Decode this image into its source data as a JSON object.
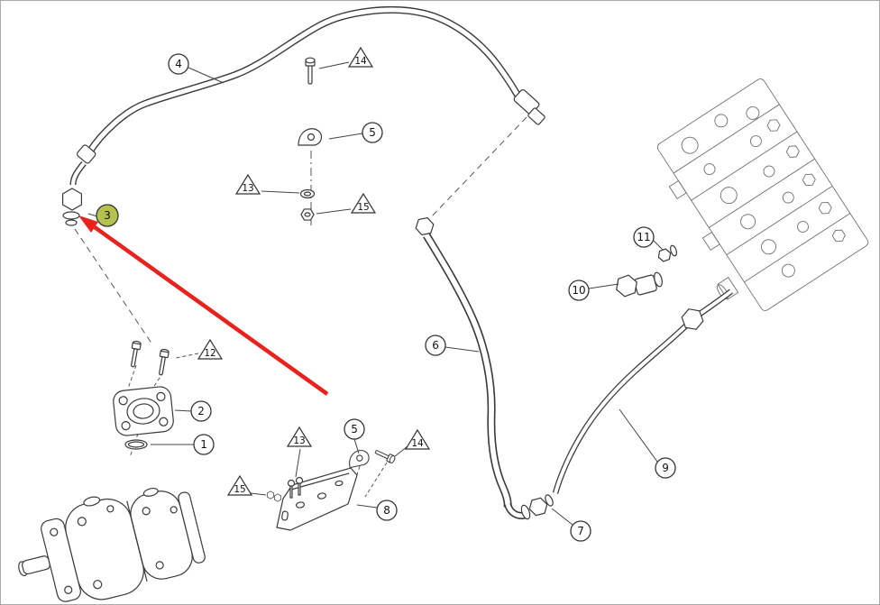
{
  "diagram": {
    "kind": "exploded-parts-diagram",
    "subject": "hydraulic pump, hoses, fittings and valve block",
    "background_color": "#ffffff",
    "line_color": "#3a3a3a",
    "selected_callout": {
      "label": "3",
      "fill": "#b5c24f"
    },
    "arrow_color": "#e8221c"
  },
  "callouts": {
    "circles": [
      {
        "label": "1"
      },
      {
        "label": "2"
      },
      {
        "label": "3",
        "selected": true
      },
      {
        "label": "4"
      },
      {
        "label": "5"
      },
      {
        "label": "5"
      },
      {
        "label": "6"
      },
      {
        "label": "7"
      },
      {
        "label": "8"
      },
      {
        "label": "9"
      },
      {
        "label": "10"
      },
      {
        "label": "11"
      }
    ],
    "triangles": [
      {
        "label": "12"
      },
      {
        "label": "13"
      },
      {
        "label": "13"
      },
      {
        "label": "14"
      },
      {
        "label": "14"
      },
      {
        "label": "15"
      },
      {
        "label": "15"
      }
    ]
  }
}
